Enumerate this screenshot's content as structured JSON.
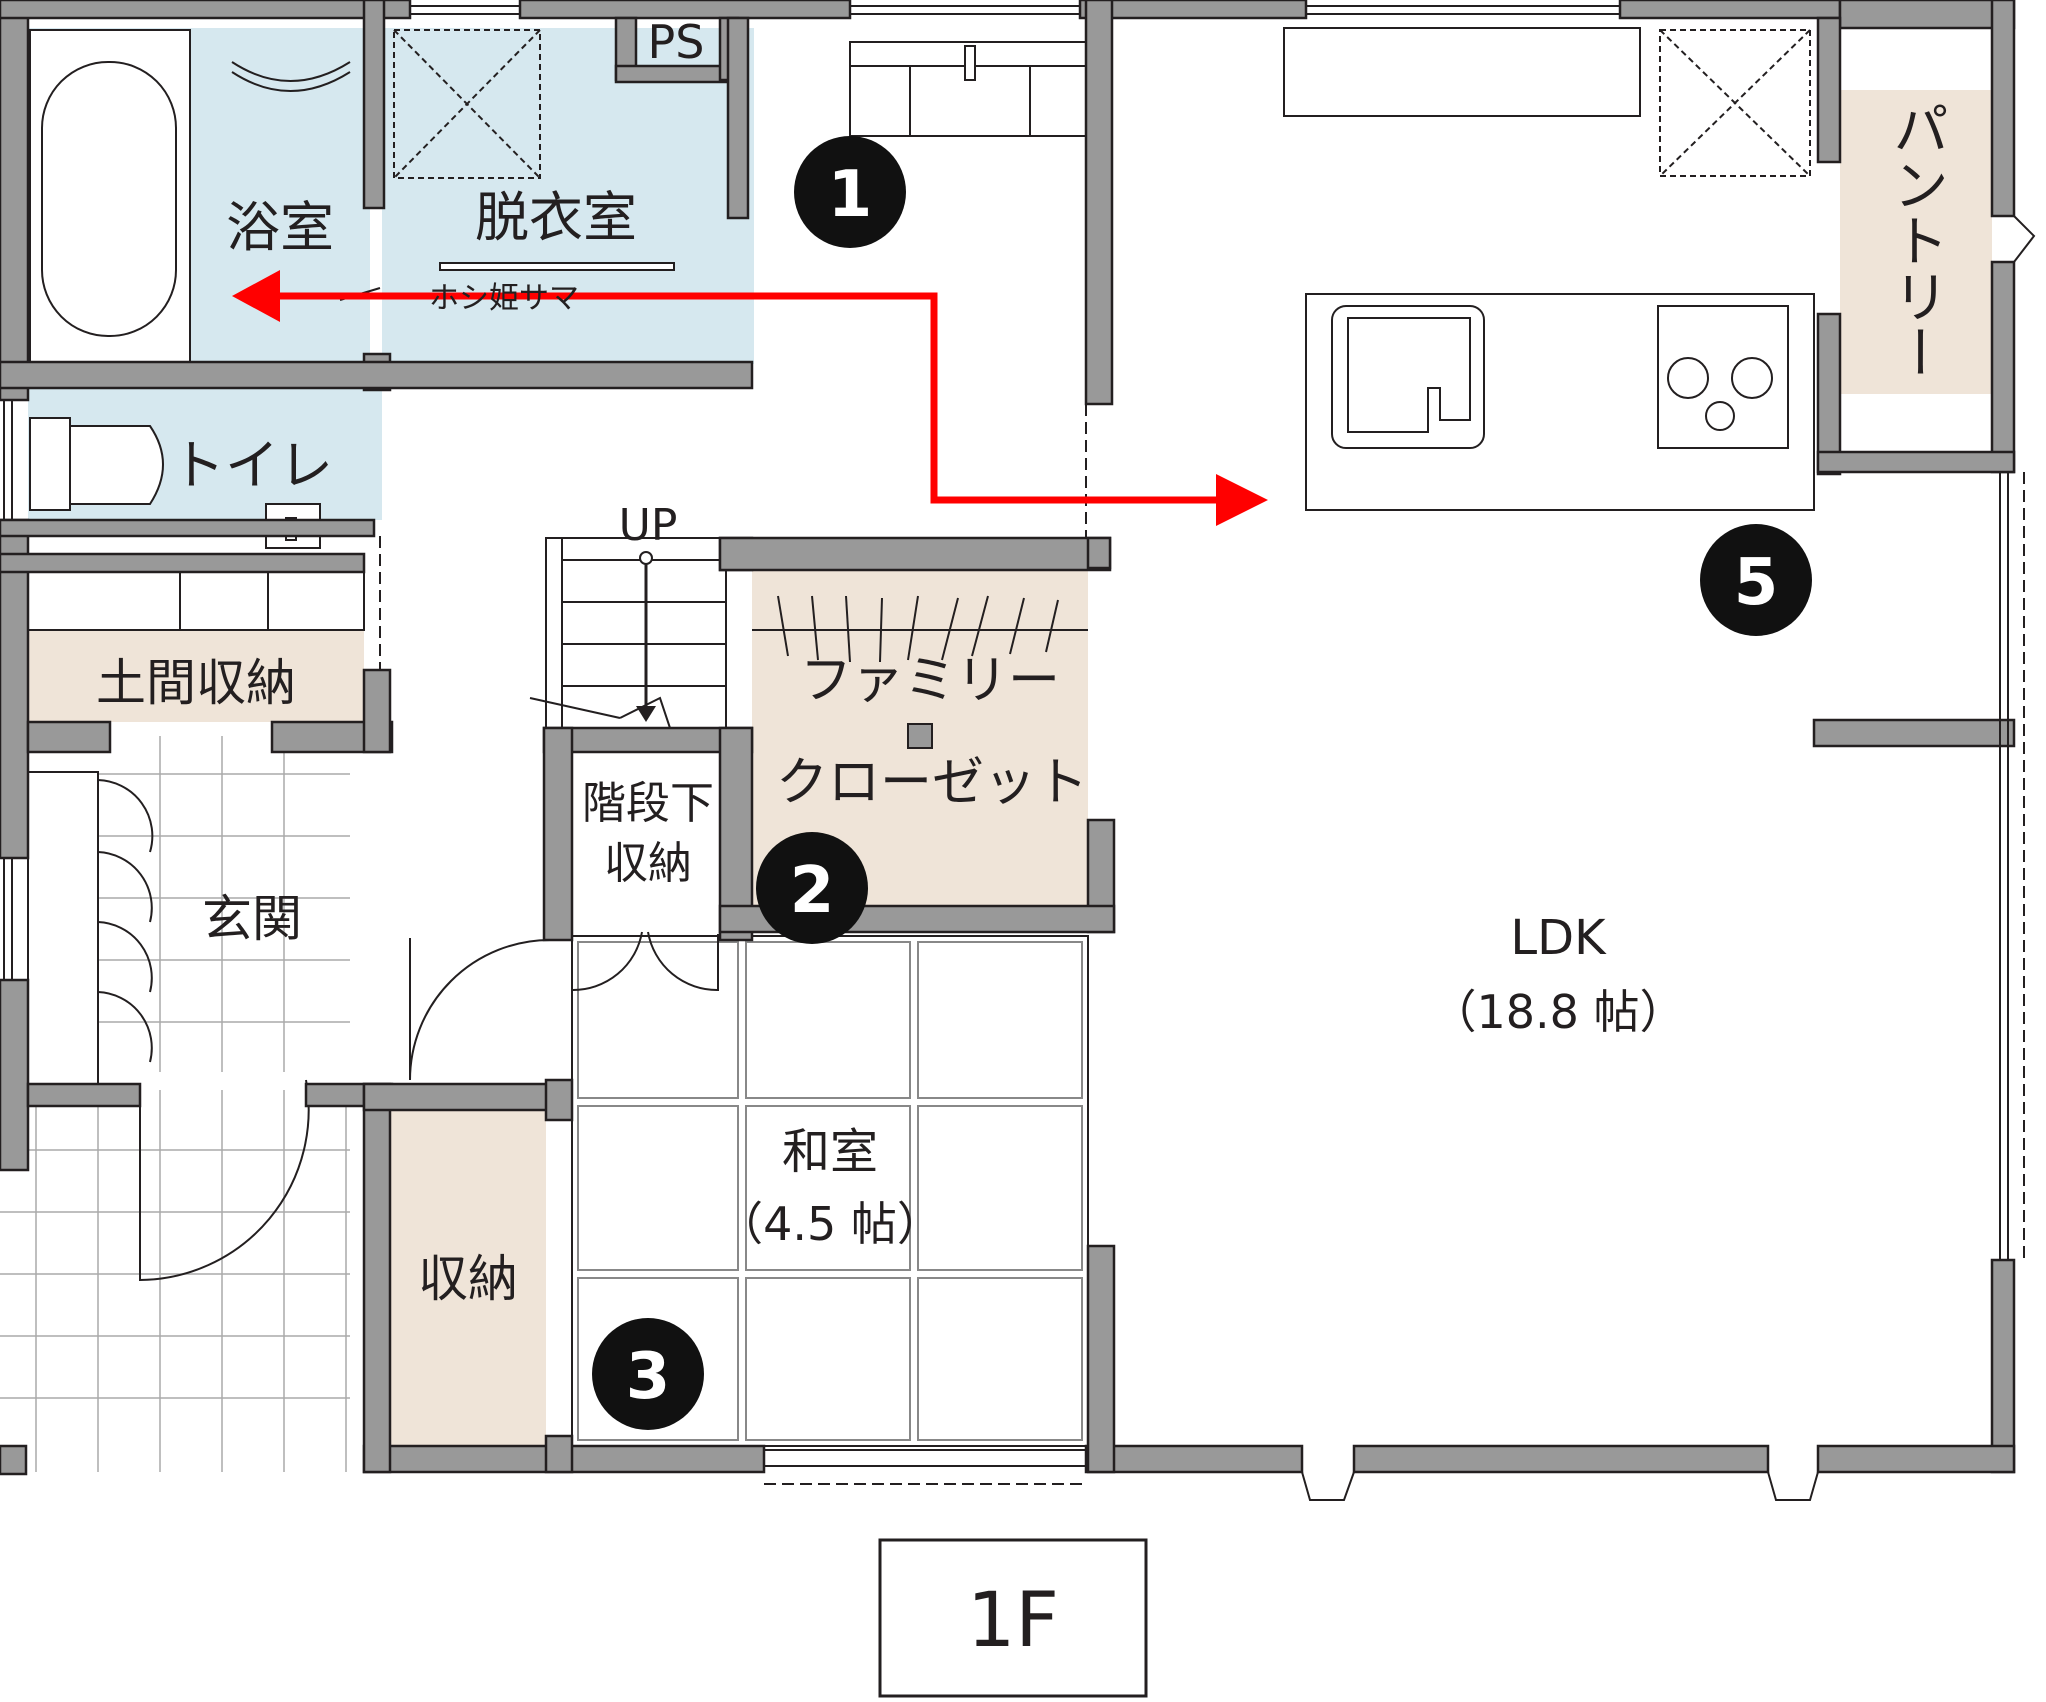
{
  "floor_label": "1F",
  "rooms": {
    "bath": "浴室",
    "dressing": "脱衣室",
    "ps": "PS",
    "towel_bar": "ホシ姫サマ",
    "toilet": "トイレ",
    "doma_storage": "土間収納",
    "entrance": "玄関",
    "stair_up": "UP",
    "under_stair_1": "階段下",
    "under_stair_2": "収納",
    "family_closet_1": "ファミリー",
    "family_closet_2": "クローゼット",
    "washitsu": "和室",
    "washitsu_size": "（4.5 帖）",
    "storage": "収納",
    "ldk": "LDK",
    "ldk_size": "（18.8 帖）",
    "pantry": "パントリー"
  },
  "badges": [
    "1",
    "2",
    "3",
    "5"
  ],
  "colors": {
    "wet_area": "#d6e8ef",
    "storage": "#efe4d8",
    "wall": "#999999",
    "arrow": "#ff0000"
  }
}
